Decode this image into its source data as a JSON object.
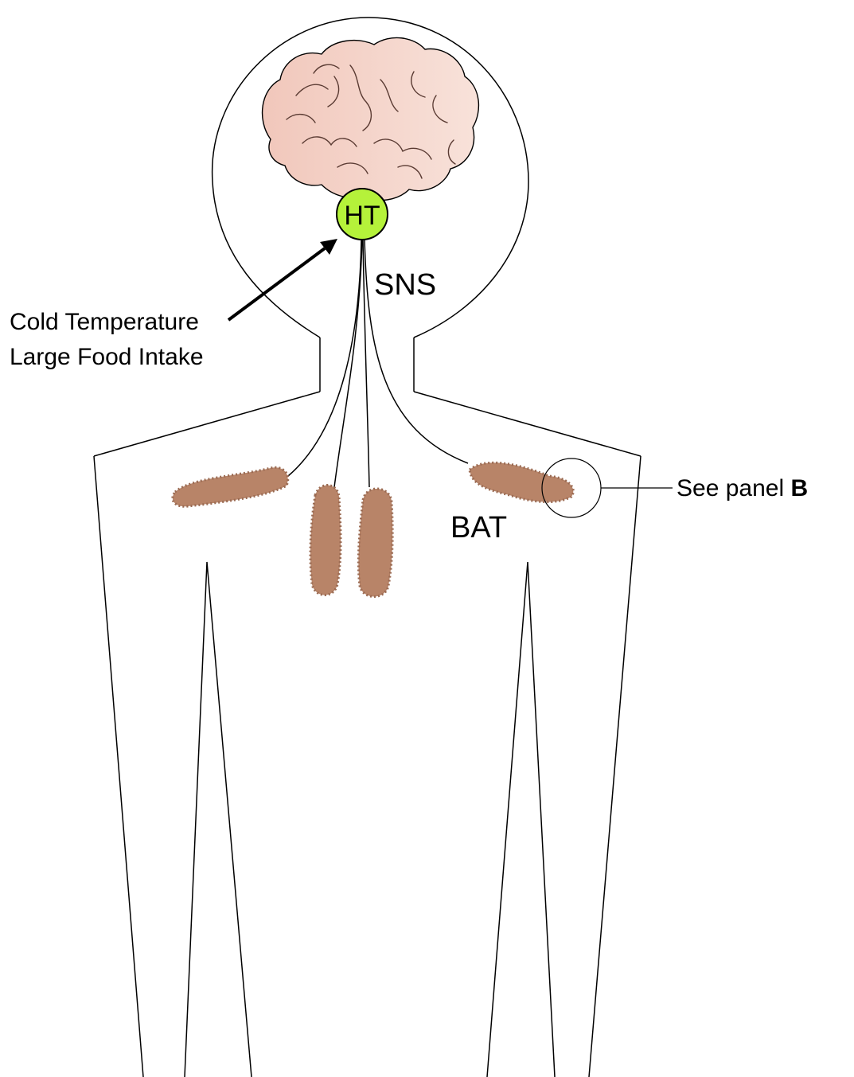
{
  "labels": {
    "hypothalamus": "HT",
    "sns": "SNS",
    "bat": "BAT",
    "stimuli_line1": "Cold Temperature",
    "stimuli_line2": "Large Food Intake",
    "see_panel_prefix": "See panel ",
    "see_panel_letter": "B"
  },
  "colors": {
    "outline": "#000000",
    "brain_fill": "#f4d2c8",
    "brain_fold": "#5a3b33",
    "ht_fill": "#b5f23a",
    "bat_fill": "#b88468",
    "bat_shade": "#9a6a52"
  }
}
